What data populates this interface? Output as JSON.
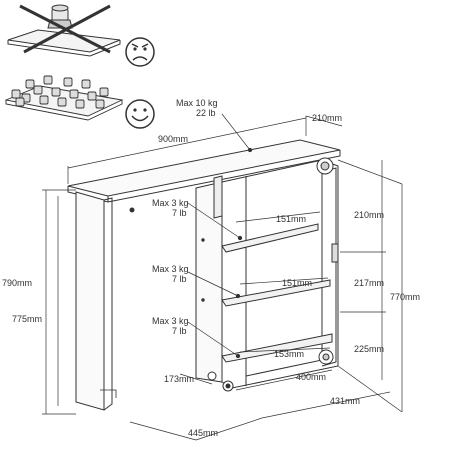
{
  "load_notes": {
    "top": {
      "weight": "Max 10 kg",
      "weight_lb": "22 lb"
    },
    "shelf_1": {
      "weight": "Max 3 kg",
      "weight_lb": "7 lb"
    },
    "shelf_2": {
      "weight": "Max 3 kg",
      "weight_lb": "7 lb"
    },
    "shelf_3": {
      "weight": "Max 3 kg",
      "weight_lb": "7 lb"
    }
  },
  "dimensions": {
    "top_width": "900mm",
    "top_depth": "210mm",
    "height_total": "790mm",
    "height_inner": "775mm",
    "height_cabinet": "770mm",
    "shelf_spacing_1": "210mm",
    "shelf_spacing_2": "217mm",
    "shelf_spacing_3": "225mm",
    "shelf_depth_1": "151mm",
    "shelf_depth_2": "151mm",
    "shelf_depth_3": "153mm",
    "cabinet_width": "400mm",
    "cabinet_depth": "431mm",
    "leg_width": "173mm",
    "overall_depth": "445mm"
  },
  "icons": {
    "bad": "frowning-face-icon",
    "good": "smiling-face-icon"
  }
}
